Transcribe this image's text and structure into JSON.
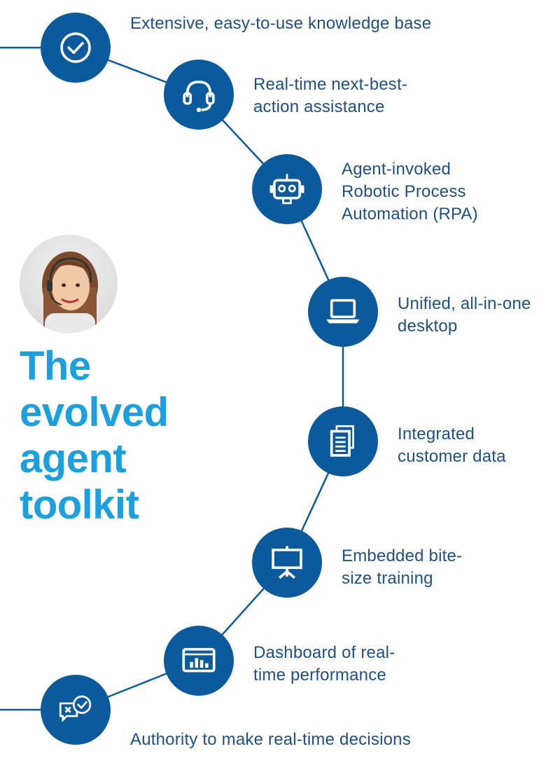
{
  "headline": "The\nevolved\nagent\ntoolkit",
  "colors": {
    "node": "#0a5a9c",
    "line": "#0a5a9c",
    "label": "#1f4f86",
    "headline": "#1aa0df"
  },
  "steps": [
    {
      "icon": "checkmark-circle-icon",
      "label": "Extensive, easy-to-use knowledge base"
    },
    {
      "icon": "headset-icon",
      "label": "Real-time next-best-\naction assistance"
    },
    {
      "icon": "robot-icon",
      "label": "Agent-invoked\nRobotic Process\nAutomation (RPA)"
    },
    {
      "icon": "laptop-icon",
      "label": "Unified, all-in-one\ndesktop"
    },
    {
      "icon": "documents-icon",
      "label": "Integrated\ncustomer data"
    },
    {
      "icon": "presentation-board-icon",
      "label": "Embedded bite-\nsize training"
    },
    {
      "icon": "dashboard-chart-icon",
      "label": "Dashboard of real-\ntime performance"
    },
    {
      "icon": "chat-decision-icon",
      "label": "Authority to make real-time decisions"
    }
  ]
}
